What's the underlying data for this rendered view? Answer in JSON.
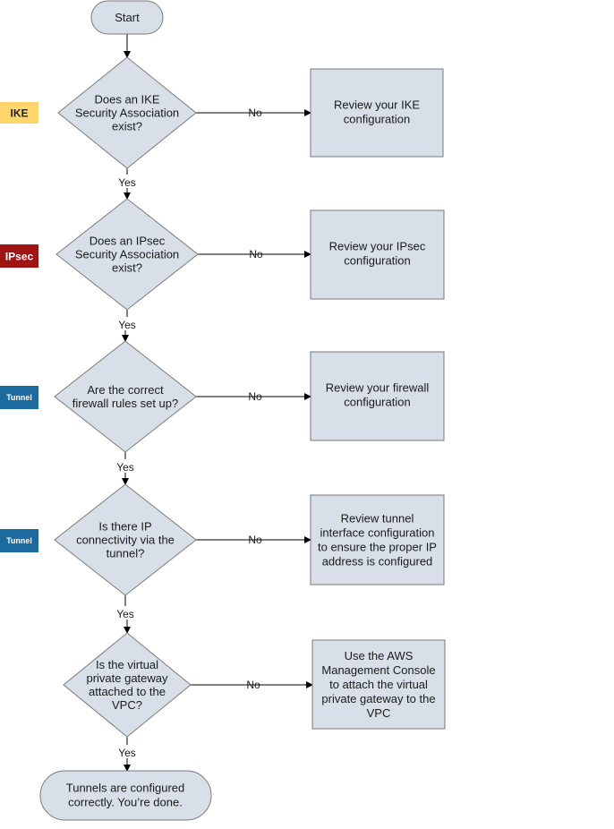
{
  "start": {
    "label": "Start"
  },
  "decisions": [
    {
      "lines": [
        "Does an IKE",
        "Security Association",
        "exist?"
      ]
    },
    {
      "lines": [
        "Does an IPsec",
        "Security Association",
        "exist?"
      ]
    },
    {
      "lines": [
        "Are the correct",
        "firewall rules set up?"
      ]
    },
    {
      "lines": [
        "Is there IP",
        "connectivity via the",
        "tunnel?"
      ]
    },
    {
      "lines": [
        "Is the virtual",
        "private gateway",
        "attached to the",
        "VPC?"
      ]
    }
  ],
  "actions": [
    {
      "lines": [
        "Review your IKE",
        "configuration"
      ]
    },
    {
      "lines": [
        "Review your IPsec",
        "configuration"
      ]
    },
    {
      "lines": [
        "Review your firewall",
        "configuration"
      ]
    },
    {
      "lines": [
        "Review tunnel",
        "interface configuration",
        "to ensure the proper IP",
        "address is configured"
      ]
    },
    {
      "lines": [
        "Use the AWS",
        "Management Console",
        "to attach the virtual",
        "private gateway to the",
        "VPC"
      ]
    }
  ],
  "badges": [
    {
      "label": "IKE",
      "bg": "#FFD56B",
      "fg": "#222222"
    },
    {
      "label": "IPsec",
      "bg": "#A01414",
      "fg": "#FFFFFF"
    },
    {
      "label": "Tunnel",
      "bg": "#1B6AA0",
      "fg": "#FFFFFF"
    },
    {
      "label": "Tunnel",
      "bg": "#1B6AA0",
      "fg": "#FFFFFF"
    }
  ],
  "edge_labels": {
    "yes": "Yes",
    "no": "No"
  },
  "end": {
    "lines": [
      "Tunnels are configured",
      "correctly. You’re done."
    ]
  },
  "colors": {
    "shape_fill": "#D8DFE8",
    "shape_stroke": "#7A7A7A",
    "line": "#000000"
  }
}
